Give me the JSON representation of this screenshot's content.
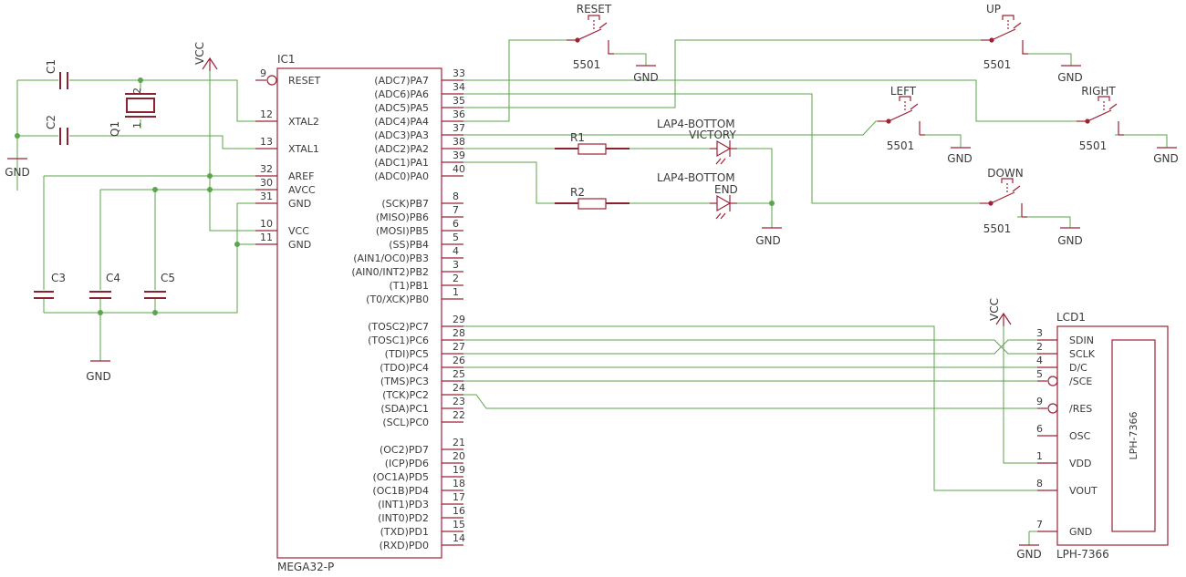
{
  "ic1": {
    "ref": "IC1",
    "value": "MEGA32-P",
    "left_pins": [
      {
        "num": "9",
        "name": "RESET"
      },
      {
        "num": "12",
        "name": "XTAL2"
      },
      {
        "num": "13",
        "name": "XTAL1"
      },
      {
        "num": "32",
        "name": "AREF"
      },
      {
        "num": "30",
        "name": "AVCC"
      },
      {
        "num": "31",
        "name": "GND"
      },
      {
        "num": "10",
        "name": "VCC"
      },
      {
        "num": "11",
        "name": "GND"
      }
    ],
    "right_pins": [
      {
        "num": "33",
        "name": "(ADC7)PA7"
      },
      {
        "num": "34",
        "name": "(ADC6)PA6"
      },
      {
        "num": "35",
        "name": "(ADC5)PA5"
      },
      {
        "num": "36",
        "name": "(ADC4)PA4"
      },
      {
        "num": "37",
        "name": "(ADC3)PA3"
      },
      {
        "num": "38",
        "name": "(ADC2)PA2"
      },
      {
        "num": "39",
        "name": "(ADC1)PA1"
      },
      {
        "num": "40",
        "name": "(ADC0)PA0"
      },
      {
        "num": "8",
        "name": "(SCK)PB7"
      },
      {
        "num": "7",
        "name": "(MISO)PB6"
      },
      {
        "num": "6",
        "name": "(MOSI)PB5"
      },
      {
        "num": "5",
        "name": "(SS)PB4"
      },
      {
        "num": "4",
        "name": "(AIN1/OC0)PB3"
      },
      {
        "num": "3",
        "name": "(AIN0/INT2)PB2"
      },
      {
        "num": "2",
        "name": "(T1)PB1"
      },
      {
        "num": "1",
        "name": "(T0/XCK)PB0"
      },
      {
        "num": "29",
        "name": "(TOSC2)PC7"
      },
      {
        "num": "28",
        "name": "(TOSC1)PC6"
      },
      {
        "num": "27",
        "name": "(TDI)PC5"
      },
      {
        "num": "26",
        "name": "(TDO)PC4"
      },
      {
        "num": "25",
        "name": "(TMS)PC3"
      },
      {
        "num": "24",
        "name": "(TCK)PC2"
      },
      {
        "num": "23",
        "name": "(SDA)PC1"
      },
      {
        "num": "22",
        "name": "(SCL)PC0"
      },
      {
        "num": "21",
        "name": "(OC2)PD7"
      },
      {
        "num": "20",
        "name": "(ICP)PD6"
      },
      {
        "num": "19",
        "name": "(OC1A)PD5"
      },
      {
        "num": "18",
        "name": "(OC1B)PD4"
      },
      {
        "num": "17",
        "name": "(INT1)PD3"
      },
      {
        "num": "16",
        "name": "(INT0)PD2"
      },
      {
        "num": "15",
        "name": "(TXD)PD1"
      },
      {
        "num": "14",
        "name": "(RXD)PD0"
      }
    ]
  },
  "lcd1": {
    "ref": "LCD1",
    "value": "LPH-7366",
    "inner_label": "LPH-7366",
    "pins": [
      {
        "num": "3",
        "name": "SDIN"
      },
      {
        "num": "2",
        "name": "SCLK"
      },
      {
        "num": "4",
        "name": "D/C"
      },
      {
        "num": "5",
        "name": "/SCE"
      },
      {
        "num": "9",
        "name": "/RES"
      },
      {
        "num": "6",
        "name": "OSC"
      },
      {
        "num": "1",
        "name": "VDD"
      },
      {
        "num": "8",
        "name": "VOUT"
      },
      {
        "num": "7",
        "name": "GND"
      }
    ]
  },
  "caps": {
    "c1": "C1",
    "c2": "C2",
    "c3": "C3",
    "c4": "C4",
    "c5": "C5"
  },
  "crystal": {
    "ref": "Q1",
    "pin1": "1",
    "pin2": "2"
  },
  "resistors": {
    "r1": "R1",
    "r2": "R2"
  },
  "leds": {
    "led1_value": "LAP4-BOTTOM",
    "led1_ref": "VICTORY",
    "led2_value": "LAP4-BOTTOM",
    "led2_ref": "END"
  },
  "switches": {
    "reset": {
      "ref": "RESET",
      "value": "5501"
    },
    "up": {
      "ref": "UP",
      "value": "5501"
    },
    "left": {
      "ref": "LEFT",
      "value": "5501"
    },
    "right": {
      "ref": "RIGHT",
      "value": "5501"
    },
    "down": {
      "ref": "DOWN",
      "value": "5501"
    }
  },
  "supply": {
    "vcc": "VCC",
    "gnd": "GND"
  },
  "colors": {
    "wire": "#5aa64a",
    "part": "#9b2335",
    "text": "#3a3a3a"
  }
}
